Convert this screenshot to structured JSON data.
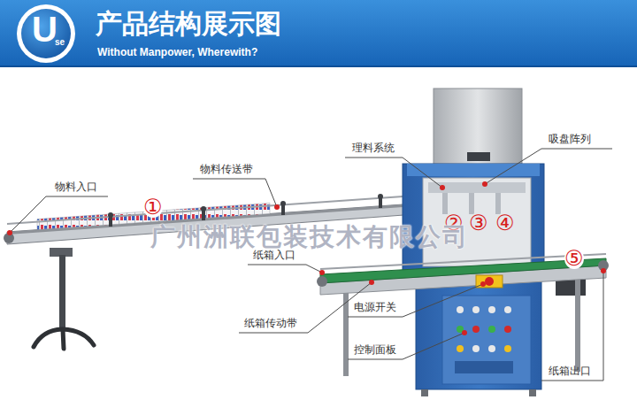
{
  "diagram": {
    "title": "产品结构展示图",
    "labels": [
      "U",
      "se",
      "Without Manpower, Wherewith?",
      "物料入口",
      "物料传送带",
      "理料系统",
      "吸盘阵列",
      "纸箱入口",
      "纸箱传动带",
      "电源开关",
      "控制面板",
      "纸箱出口",
      "①",
      "②",
      "③",
      "④",
      "⑤",
      "广州洲联包装技术有限公司"
    ]
  }
}
